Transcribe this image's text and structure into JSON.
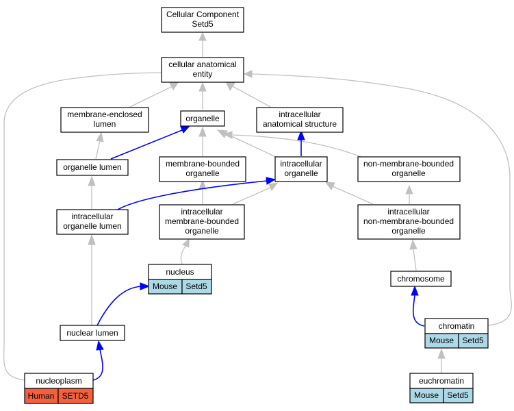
{
  "nodes": {
    "cellular_component": [
      "Cellular Component",
      "Setd5"
    ],
    "cellular_anatomical_entity": [
      "cellular anatomical",
      "entity"
    ],
    "membrane_enclosed_lumen": [
      "membrane-enclosed",
      "lumen"
    ],
    "organelle": [
      "organelle"
    ],
    "intracellular_anatomical_structure": [
      "intracellular",
      "anatomical structure"
    ],
    "organelle_lumen": [
      "organelle lumen"
    ],
    "membrane_bounded_organelle": [
      "membrane-bounded",
      "organelle"
    ],
    "intracellular_organelle": [
      "intracellular",
      "organelle"
    ],
    "non_membrane_bounded_organelle": [
      "non-membrane-bounded",
      "organelle"
    ],
    "intracellular_organelle_lumen": [
      "intracellular",
      "organelle lumen"
    ],
    "intracellular_membrane_bounded_organelle": [
      "intracellular",
      "membrane-bounded",
      "organelle"
    ],
    "intracellular_non_membrane_bounded_organelle": [
      "intracellular",
      "non-membrane-bounded",
      "organelle"
    ],
    "nucleus": [
      "nucleus"
    ],
    "chromosome": [
      "chromosome"
    ],
    "nuclear_lumen": [
      "nuclear lumen"
    ],
    "chromatin": [
      "chromatin"
    ],
    "nucleoplasm": [
      "nucleoplasm"
    ],
    "euchromatin": [
      "euchromatin"
    ]
  },
  "annotations": {
    "nucleus": {
      "species": "Mouse",
      "gene": "Setd5"
    },
    "chromatin": {
      "species": "Mouse",
      "gene": "Setd5"
    },
    "nucleoplasm": {
      "species": "Human",
      "gene": "SETD5"
    },
    "euchromatin": {
      "species": "Mouse",
      "gene": "Setd5"
    }
  },
  "colors": {
    "mouse_cell": "#add8e6",
    "human_cell": "#f4603f",
    "is_a_edge": "#c0c0c0",
    "part_of_edge": "#0000ff"
  }
}
